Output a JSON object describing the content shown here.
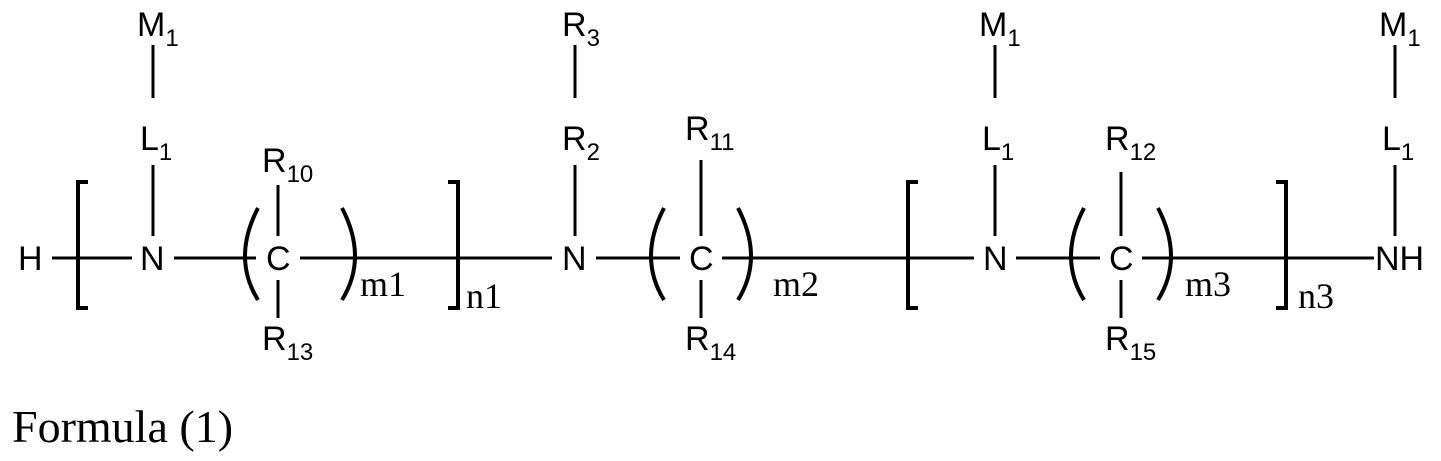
{
  "formula": {
    "terminal_h": "H",
    "terminal_nh": "NH",
    "n": "N",
    "c": "C",
    "labels": {
      "M1": {
        "main": "M",
        "sub": "1"
      },
      "L1": {
        "main": "L",
        "sub": "1"
      },
      "R2": {
        "main": "R",
        "sub": "2"
      },
      "R3": {
        "main": "R",
        "sub": "3"
      },
      "R10": {
        "main": "R",
        "sub": "10"
      },
      "R11": {
        "main": "R",
        "sub": "11"
      },
      "R12": {
        "main": "R",
        "sub": "12"
      },
      "R13": {
        "main": "R",
        "sub": "13"
      },
      "R14": {
        "main": "R",
        "sub": "14"
      },
      "R15": {
        "main": "R",
        "sub": "15"
      }
    },
    "repeat_indices": {
      "m1": "m1",
      "m2": "m2",
      "m3": "m3",
      "n1": "n1",
      "n3": "n3"
    }
  },
  "caption": "Formula (1)"
}
